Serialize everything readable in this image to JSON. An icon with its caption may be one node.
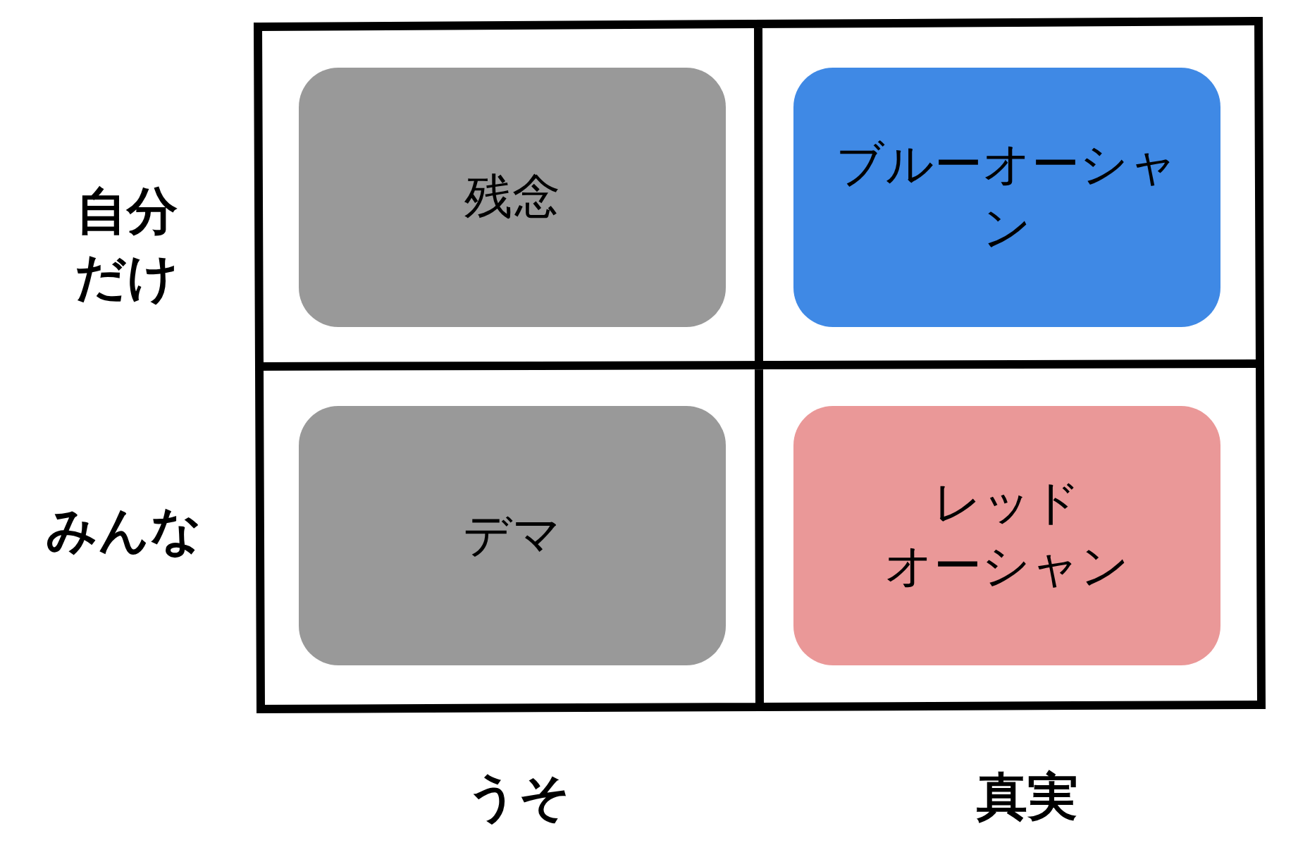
{
  "diagram": {
    "nodes": [
      {
        "text": [
          "残念"
        ]
      },
      {
        "text": [
          "ブルーオーシャン"
        ]
      },
      {
        "text": [
          "デマ"
        ]
      },
      {
        "text": [
          "レッドオーシャン"
        ]
      }
    ],
    "labels": [
      "自分だけ",
      "みんな",
      "うそ",
      "真実"
    ]
  }
}
